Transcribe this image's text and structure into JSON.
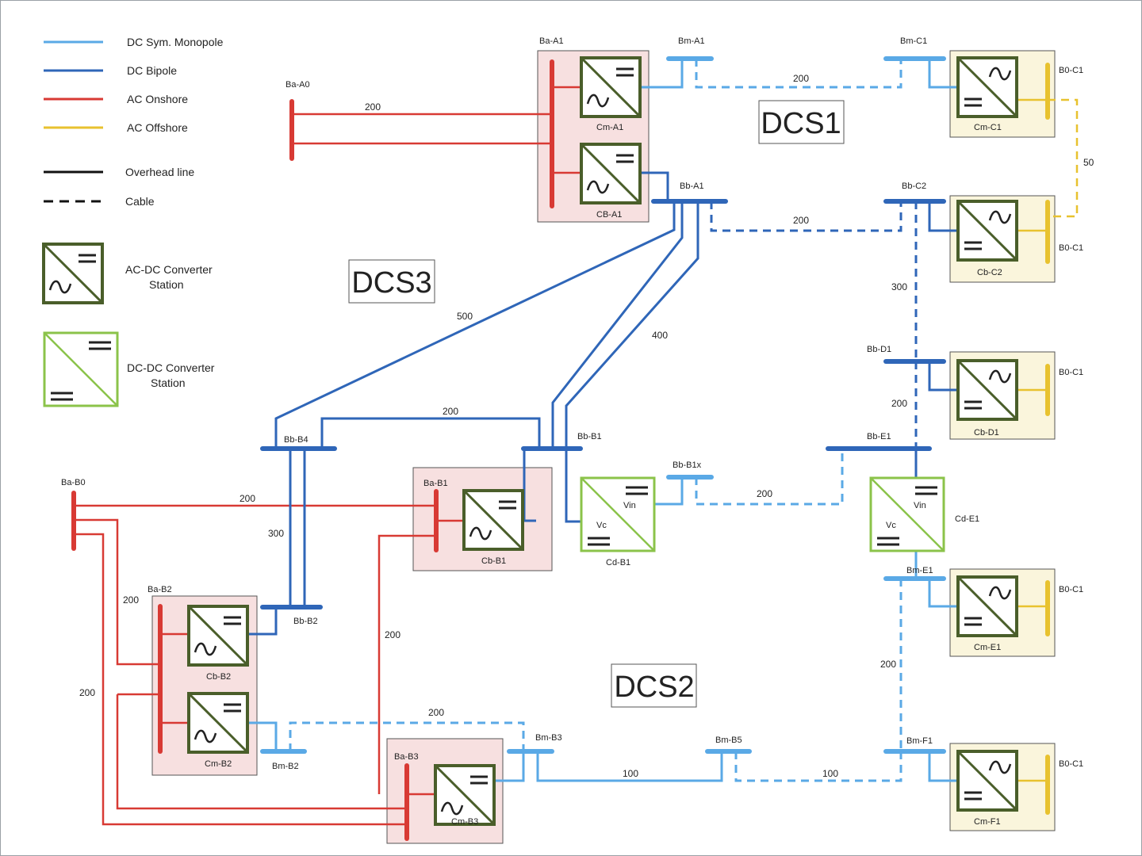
{
  "legend": {
    "items": [
      {
        "label": "DC Sym. Monopole",
        "color": "#5aa9e6",
        "style": "solid"
      },
      {
        "label": "DC Bipole",
        "color": "#2f66b8",
        "style": "solid"
      },
      {
        "label": "AC Onshore",
        "color": "#d83a34",
        "style": "solid"
      },
      {
        "label": "AC Offshore",
        "color": "#e8c22f",
        "style": "solid"
      },
      {
        "label": "Overhead line",
        "color": "#111111",
        "style": "solid"
      },
      {
        "label": "Cable",
        "color": "#111111",
        "style": "dashed"
      }
    ],
    "acdc": {
      "line1": "AC-DC Converter",
      "line2": "Station"
    },
    "dcdc": {
      "line1": "DC-DC Converter",
      "line2": "Station"
    }
  },
  "regions": {
    "dcs1": "DCS1",
    "dcs2": "DCS2",
    "dcs3": "DCS3"
  },
  "buses": {
    "ba_a0": "Ba-A0",
    "ba_a1": "Ba-A1",
    "bm_a1": "Bm-A1",
    "bb_a1": "Bb-A1",
    "bm_c1": "Bm-C1",
    "bb_c2": "Bb-C2",
    "bb_d1": "Bb-D1",
    "bb_e1": "Bb-E1",
    "bm_e1": "Bm-E1",
    "bm_f1": "Bm-F1",
    "bb_b4": "Bb-B4",
    "bb_b1": "Bb-B1",
    "bb_b1x": "Bb-B1x",
    "ba_b1": "Ba-B1",
    "ba_b0": "Ba-B0",
    "ba_b2": "Ba-B2",
    "bb_b2": "Bb-B2",
    "bm_b2": "Bm-B2",
    "ba_b3": "Ba-B3",
    "bm_b3": "Bm-B3",
    "bm_b5": "Bm-B5",
    "bo_c1": "B0-C1"
  },
  "converters": {
    "cm_a1": "Cm-A1",
    "cb_a1": "CB-A1",
    "cm_c1": "Cm-C1",
    "cb_c2": "Cb-C2",
    "cb_d1": "Cb-D1",
    "cd_e1": "Cd-E1",
    "cm_e1": "Cm-E1",
    "cm_f1": "Cm-F1",
    "cb_b1": "Cb-B1",
    "cd_b1": "Cd-B1",
    "cb_b2": "Cb-B2",
    "cm_b2": "Cm-B2",
    "cm_b3": "Cm-B3",
    "vin": "Vin",
    "vc": "Vc"
  },
  "lengths": {
    "a0_a1": "200",
    "a1_c1": "200",
    "a1_c2": "200",
    "c1_c2": "50",
    "c2_d1": "300",
    "d1_e1": "200",
    "a1_b4": "500",
    "a1_b1": "400",
    "b4_b1": "200",
    "b0_b1": "200",
    "b4_b2": "300",
    "b1x_e1": "200",
    "b0_b2": "200",
    "b0_b3": "200",
    "b1_b3": "200",
    "b2_b3": "200",
    "b3_b5": "100",
    "b5_f1": "100",
    "e1_f1": "200"
  }
}
